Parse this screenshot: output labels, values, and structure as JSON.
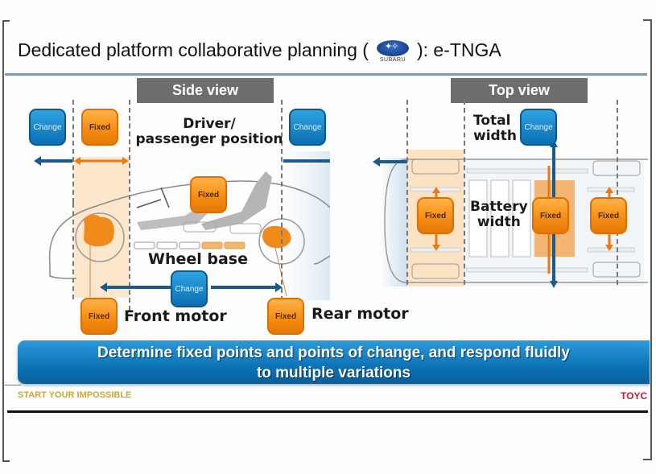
{
  "title": {
    "prefix": "Dedicated platform collaborative planning (",
    "logo_text": "SUBARU",
    "suffix": "): e-TNGA"
  },
  "side_view": {
    "label": "Side view",
    "driver_position": [
      "Driver/",
      "passenger position"
    ],
    "wheel_base": "Wheel base",
    "front_motor": "Front motor",
    "rear_motor": "Rear motor",
    "badges": {
      "change": "Change",
      "fixed": "Fixed"
    }
  },
  "top_view": {
    "label": "Top view",
    "total_width": [
      "Total",
      "width"
    ],
    "battery_width": [
      "Battery",
      "width"
    ],
    "badges": {
      "change": "Change",
      "fixed": "Fixed"
    }
  },
  "banner": {
    "line1": "Determine fixed points and points of change, and respond fluidly",
    "line2": "to multiple variations"
  },
  "footer": {
    "tagline": "START YOUR IMPOSSIBLE",
    "brand": "TOYC"
  },
  "colors": {
    "change_blue": "#0b6fb2",
    "fixed_orange": "#f58a12",
    "arrow_navy": "#1c5a8e",
    "tagline_gold": "#c9a832",
    "brand_red": "#b3233d"
  }
}
